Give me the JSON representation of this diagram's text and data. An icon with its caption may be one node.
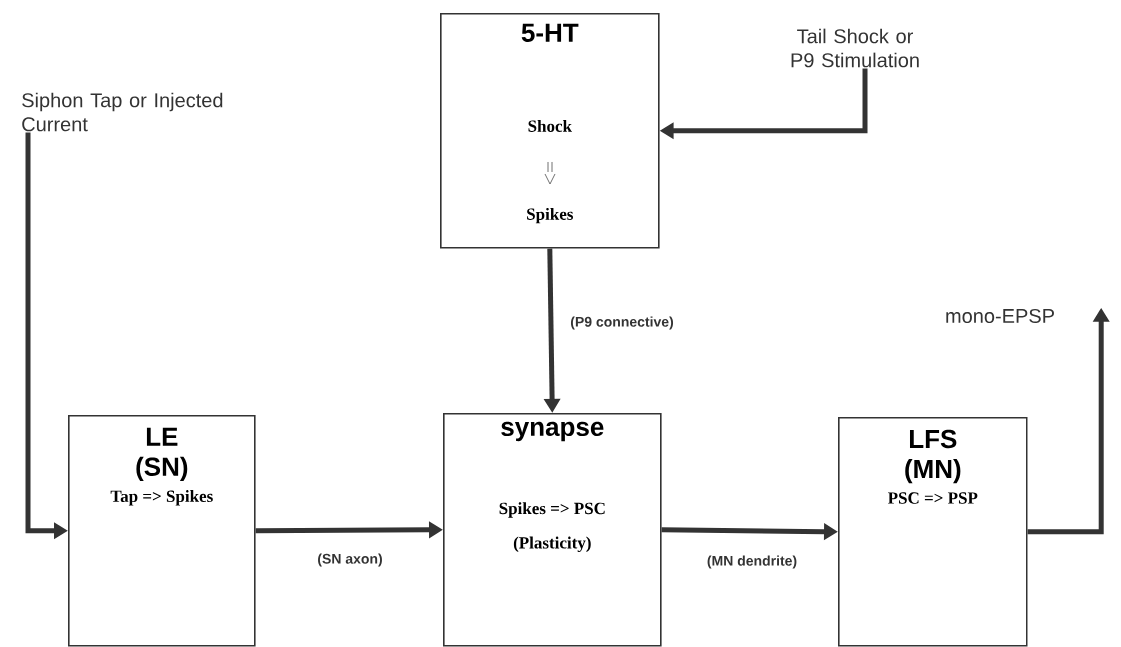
{
  "diagram": {
    "nodes": [
      {
        "text": [
          "5-HT",
          "Shock",
          "Spikes"
        ]
      },
      {
        "text": [
          "Tail Shock or P9 Stimulation"
        ]
      },
      {
        "text": [
          "Siphon Tap or Injected Current"
        ]
      },
      {
        "text": [
          "LE (SN)",
          "Tap => Spikes"
        ]
      },
      {
        "text": [
          "synapse",
          "Spikes => PSC",
          "(Plasticity)"
        ]
      },
      {
        "text": [
          "LFS (MN)",
          "PSC => PSP"
        ]
      },
      {
        "text": [
          "mono-EPSP"
        ]
      }
    ],
    "edges": [
      {
        "from": 1,
        "to": 0,
        "arrow": "to"
      },
      {
        "from": 2,
        "to": 3,
        "arrow": "to"
      },
      {
        "from": 0,
        "to": 4,
        "arrow": "to",
        "label": "(P9 connective)"
      },
      {
        "from": 3,
        "to": 4,
        "arrow": "to",
        "label": "(SN axon)"
      },
      {
        "from": 4,
        "to": 5,
        "arrow": "to",
        "label": "(MN dendrite)"
      },
      {
        "from": 5,
        "to": 6,
        "arrow": "to"
      }
    ]
  }
}
